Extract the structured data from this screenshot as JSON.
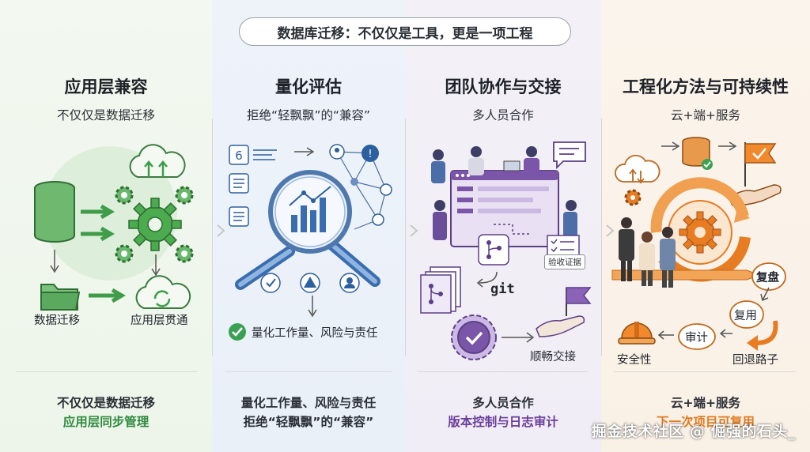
{
  "title": "数据库迁移：不仅仅是工具，更是一项工程",
  "colors": {
    "green": "#2f8a3f",
    "blue": "#2b5f9e",
    "purple": "#6a3d9a",
    "orange": "#e07a1f"
  },
  "columns": [
    {
      "heading": "应用层兼容",
      "subheading": "不仅仅是数据迁移",
      "labels": [
        "数据迁移",
        "应用层贯通"
      ],
      "footer_line1": "不仅仅是数据迁移",
      "footer_line2": "应用层同步管理"
    },
    {
      "heading": "量化评估",
      "subheading": "拒绝“轻飘飘”的“兼容”",
      "labels": [
        "量化工作量、风险与责任"
      ],
      "footer_line1": "量化工作量、风险与责任",
      "footer_line2": "拒绝“轻飘飘”的“兼容”"
    },
    {
      "heading": "团队协作与交接",
      "subheading": "多人员合作",
      "labels": [
        "验收证据",
        "git",
        "顺畅交接"
      ],
      "footer_line1": "多人员合作",
      "footer_line2": "版本控制与日志审计"
    },
    {
      "heading": "工程化方法与可持续性",
      "subheading": "云+端+服务",
      "labels": [
        "复盘",
        "复用",
        "审计",
        "安全性",
        "回退路子"
      ],
      "footer_line1": "云+端+服务",
      "footer_line2": "下一次项目可复用"
    }
  ],
  "icons": [
    "database-icon",
    "cloud-icon",
    "gear-icon",
    "folder-icon",
    "magnifier-icon",
    "warning-icon",
    "user-icon",
    "checklist-icon",
    "git-branch-icon",
    "flag-icon",
    "hardhat-icon",
    "badge-check-icon",
    "handshake-icon",
    "chat-icon"
  ],
  "watermark": "掘金技术社区 @ 倔强的石头_"
}
